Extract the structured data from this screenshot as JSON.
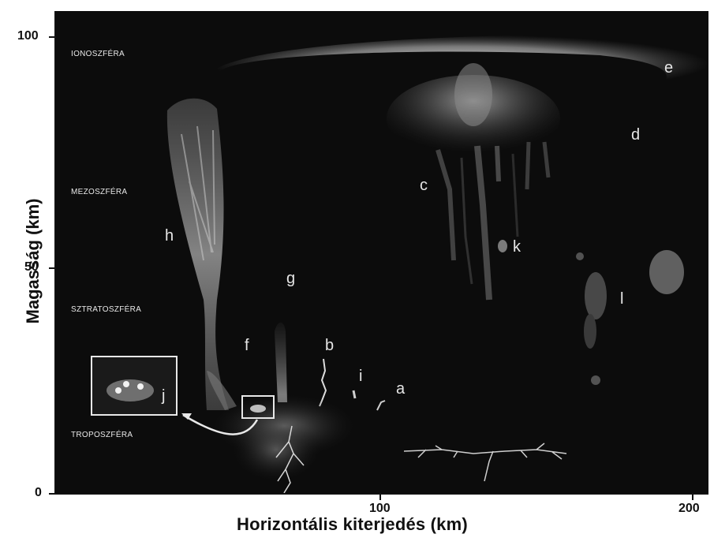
{
  "axes": {
    "x_title": "Horizontális kiterjedés (km)",
    "y_title": "Magasság (km)",
    "x_ticks": [
      "100",
      "200"
    ],
    "y_ticks": [
      "100",
      "50",
      "0"
    ]
  },
  "layers": {
    "ionosphere": "IONOSZFÉRA",
    "mesosphere": "MEZOSZFÉRA",
    "stratosphere": "SZTRATOSZFÉRA",
    "troposphere": "TROPOSZFÉRA"
  },
  "phenomena": {
    "a": "a",
    "b": "b",
    "c": "c",
    "d": "d",
    "e": "e",
    "f": "f",
    "g": "g",
    "h": "h",
    "i": "i",
    "j": "j",
    "k": "k",
    "l": "l"
  },
  "colors": {
    "sky": "#0c0c0c",
    "glow": "#cfcfcf",
    "axis": "#111111"
  }
}
